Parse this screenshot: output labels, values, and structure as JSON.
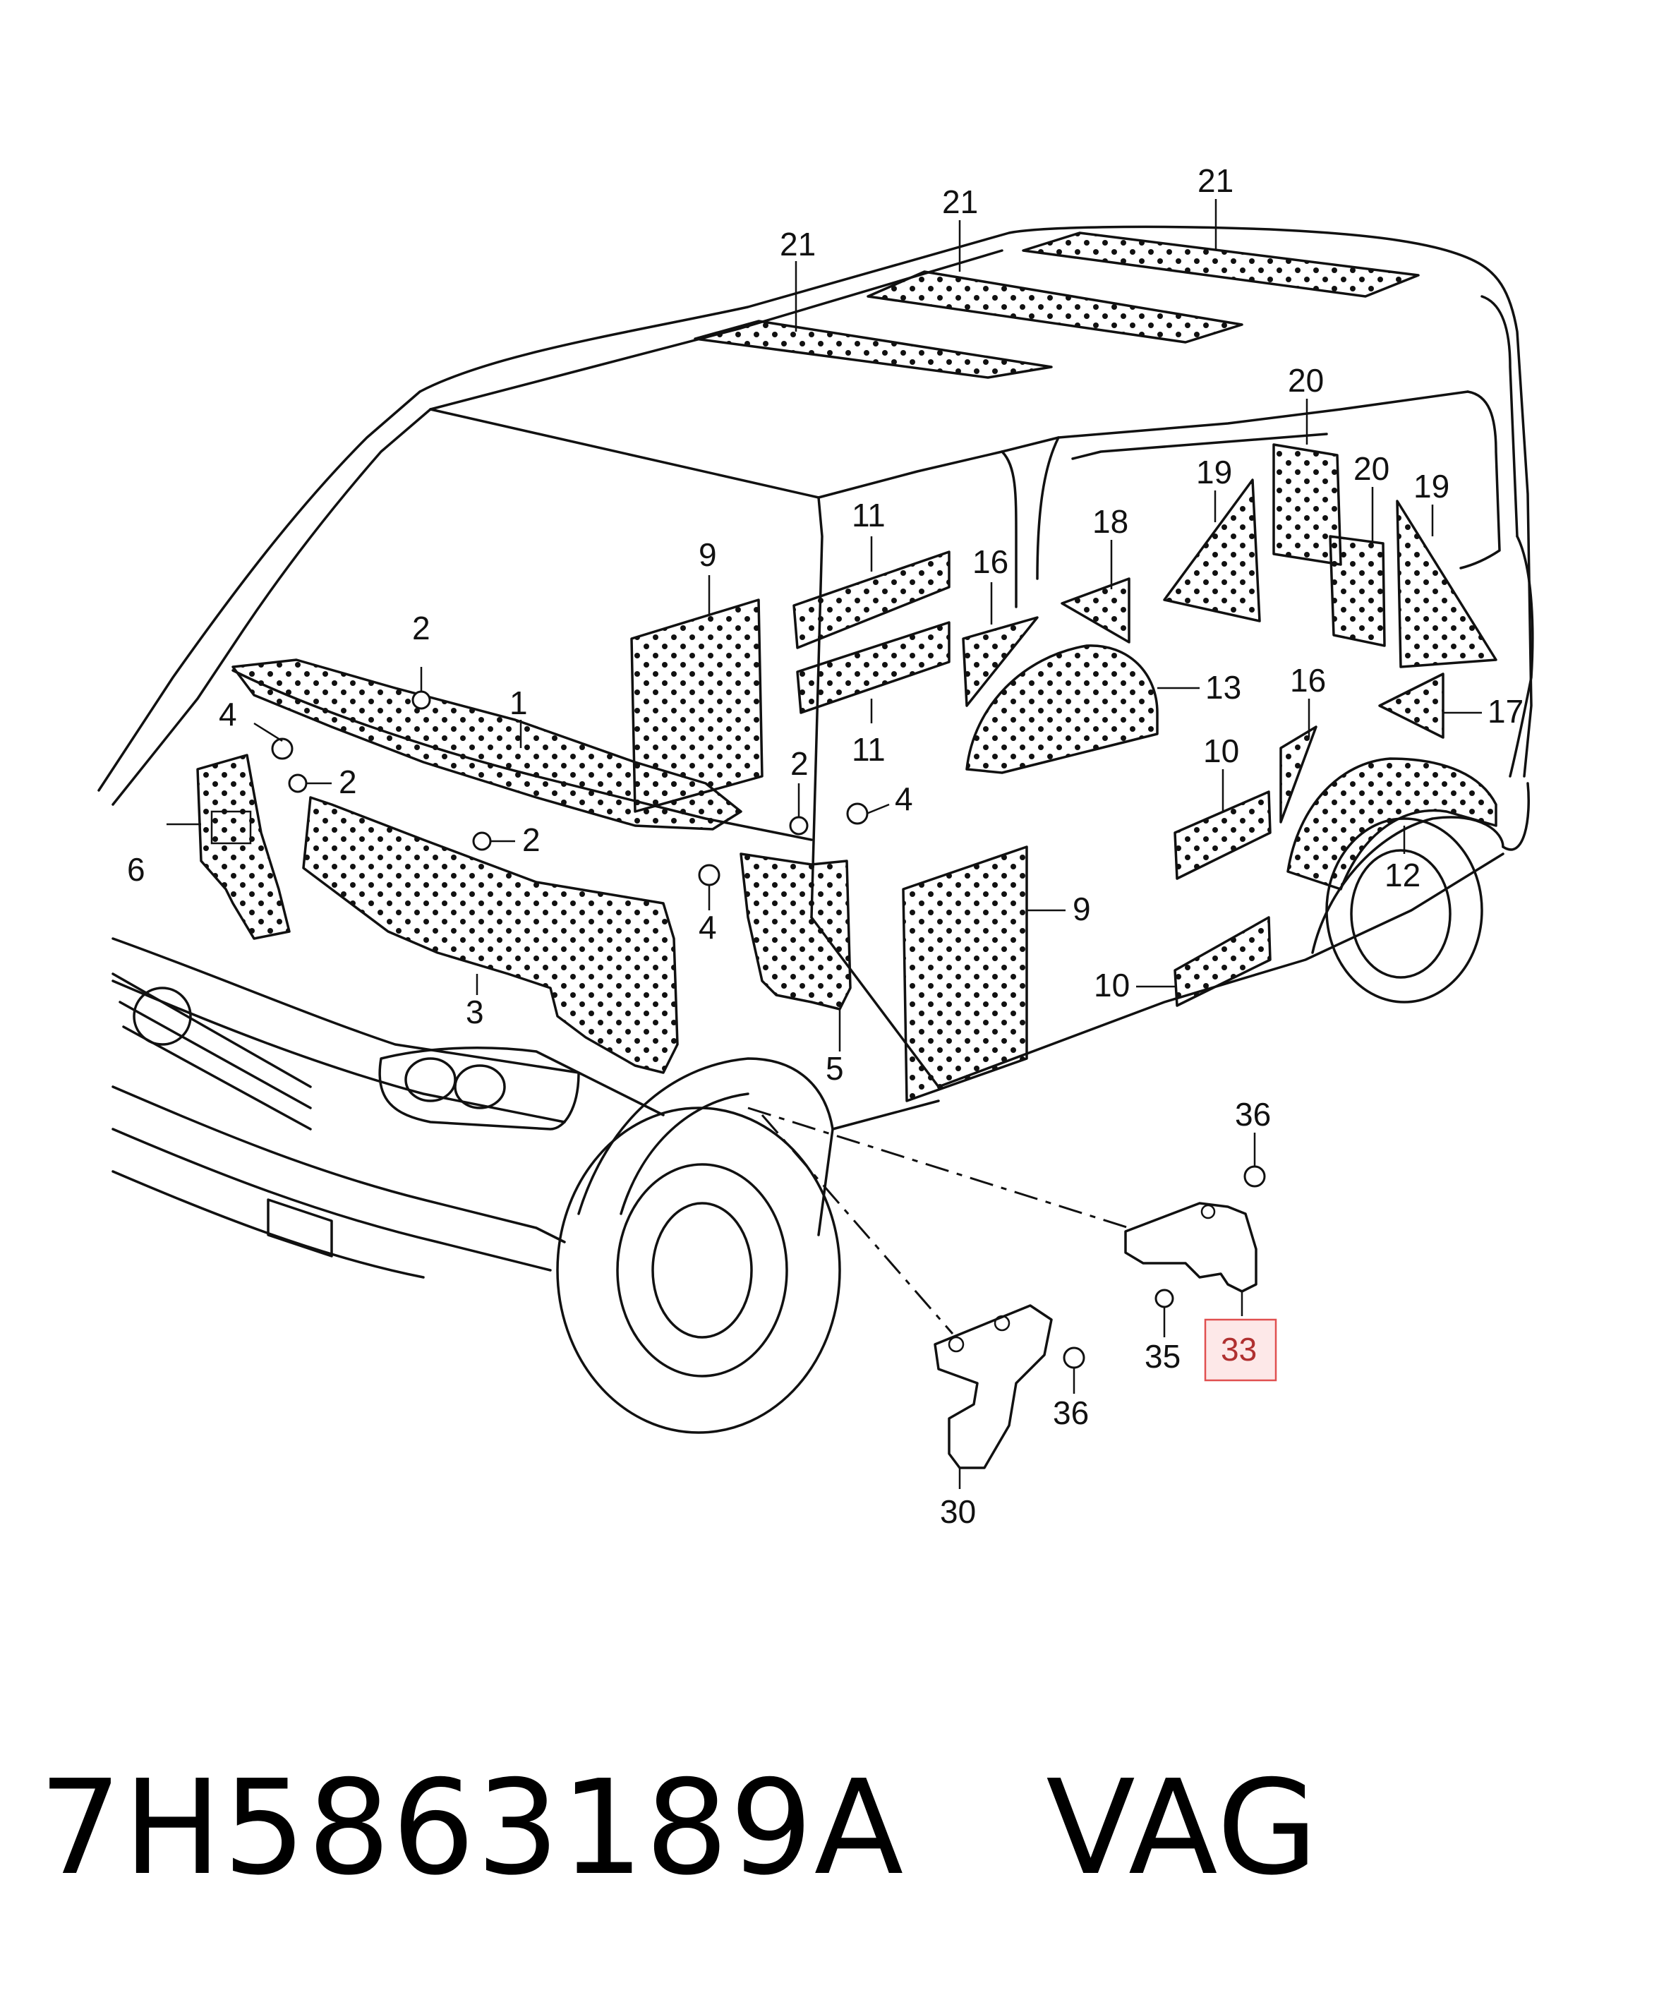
{
  "footer": {
    "part_number": "7H5863189A",
    "brand": "VAG"
  },
  "callouts": [
    {
      "id": "c1",
      "text": "1"
    },
    {
      "id": "c2a",
      "text": "2"
    },
    {
      "id": "c2b",
      "text": "2"
    },
    {
      "id": "c2c",
      "text": "2"
    },
    {
      "id": "c2d",
      "text": "2"
    },
    {
      "id": "c3",
      "text": "3"
    },
    {
      "id": "c4a",
      "text": "4"
    },
    {
      "id": "c4b",
      "text": "4"
    },
    {
      "id": "c4c",
      "text": "4"
    },
    {
      "id": "c5",
      "text": "5"
    },
    {
      "id": "c6",
      "text": "6"
    },
    {
      "id": "c9a",
      "text": "9"
    },
    {
      "id": "c9b",
      "text": "9"
    },
    {
      "id": "c10a",
      "text": "10"
    },
    {
      "id": "c10b",
      "text": "10"
    },
    {
      "id": "c11a",
      "text": "11"
    },
    {
      "id": "c11b",
      "text": "11"
    },
    {
      "id": "c12",
      "text": "12"
    },
    {
      "id": "c13",
      "text": "13"
    },
    {
      "id": "c16a",
      "text": "16"
    },
    {
      "id": "c16b",
      "text": "16"
    },
    {
      "id": "c17",
      "text": "17"
    },
    {
      "id": "c18",
      "text": "18"
    },
    {
      "id": "c19a",
      "text": "19"
    },
    {
      "id": "c19b",
      "text": "19"
    },
    {
      "id": "c20a",
      "text": "20"
    },
    {
      "id": "c20b",
      "text": "20"
    },
    {
      "id": "c21a",
      "text": "21"
    },
    {
      "id": "c21b",
      "text": "21"
    },
    {
      "id": "c21c",
      "text": "21"
    },
    {
      "id": "c30",
      "text": "30"
    },
    {
      "id": "c33",
      "text": "33",
      "highlighted": true
    },
    {
      "id": "c35",
      "text": "35"
    },
    {
      "id": "c36a",
      "text": "36"
    },
    {
      "id": "c36b",
      "text": "36"
    }
  ],
  "colors": {
    "line": "#111111",
    "highlight_border": "#e05050",
    "highlight_fill": "#fde8e8",
    "highlight_text": "#b03030"
  }
}
